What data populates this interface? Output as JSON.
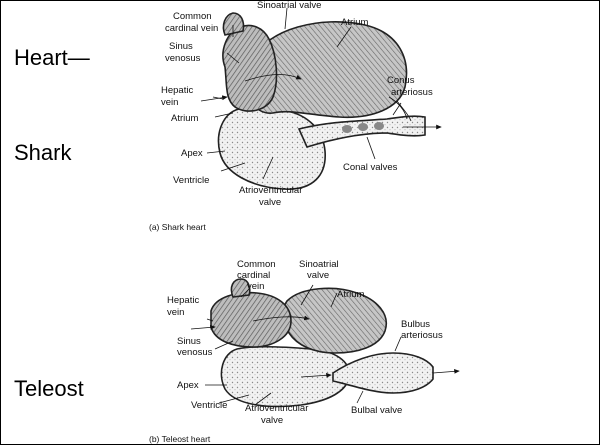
{
  "side_text": {
    "heart": "Heart—",
    "shark": "Shark",
    "teleost": "Teleost"
  },
  "shark": {
    "labels": {
      "common_cardinal_vein_1": "Common",
      "common_cardinal_vein_2": "cardinal vein",
      "sinoatrial_valve": "Sinoatrial valve",
      "atrium_top": "Atrium",
      "sinus_venosus_1": "Sinus",
      "sinus_venosus_2": "venosus",
      "hepatic_vein_1": "Hepatic",
      "hepatic_vein_2": "vein",
      "atrium_left": "Atrium",
      "conus_arteriosus_1": "Conus",
      "conus_arteriosus_2": "arteriosus",
      "apex": "Apex",
      "conal_valves": "Conal valves",
      "ventricle": "Ventricle",
      "av_valve_1": "Atrioventricular",
      "av_valve_2": "valve"
    },
    "caption": "(a)   Shark heart"
  },
  "teleost": {
    "labels": {
      "common_cardinal_vein_1": "Common",
      "common_cardinal_vein_2": "cardinal",
      "common_cardinal_vein_3": "vein",
      "sinoatrial_valve_1": "Sinoatrial",
      "sinoatrial_valve_2": "valve",
      "atrium": "Atrium",
      "hepatic_vein_1": "Hepatic",
      "hepatic_vein_2": "vein",
      "bulbus_arteriosus_1": "Bulbus",
      "bulbus_arteriosus_2": "arteriosus",
      "sinus_venosus_1": "Sinus",
      "sinus_venosus_2": "venosus",
      "apex": "Apex",
      "ventricle": "Ventricle",
      "av_valve_1": "Atrioventricular",
      "av_valve_2": "valve",
      "bulbal_valve": "Bulbal valve"
    },
    "caption": "(b)   Teleost heart"
  }
}
